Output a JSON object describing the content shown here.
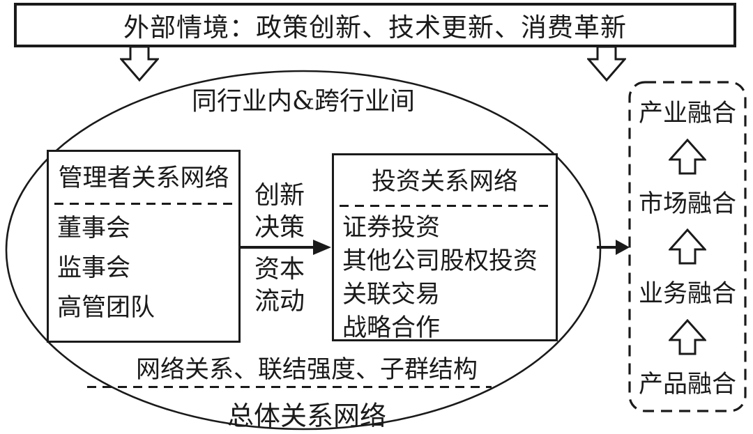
{
  "colors": {
    "ink": "#1a1a1a",
    "bg": "#ffffff"
  },
  "banner": {
    "text": "外部情境：政策创新、技术更新、消费革新"
  },
  "ellipse": {
    "top_label": "同行业内&跨行业间",
    "factors_label": "网络关系、联结强度、子群结构",
    "bottom_label": "总体关系网络"
  },
  "manager_network": {
    "title": "管理者关系网络",
    "items": [
      "董事会",
      "监事会",
      "高管团队"
    ]
  },
  "investment_network": {
    "title": "投资关系网络",
    "items": [
      "证券投资",
      "其他公司股权投资",
      "关联交易",
      "战略合作"
    ]
  },
  "flow_labels": {
    "top": "创新\n决策",
    "bottom": "资本\n流动"
  },
  "fusion_panel": {
    "items": [
      "产业融合",
      "市场融合",
      "业务融合",
      "产品融合"
    ]
  }
}
